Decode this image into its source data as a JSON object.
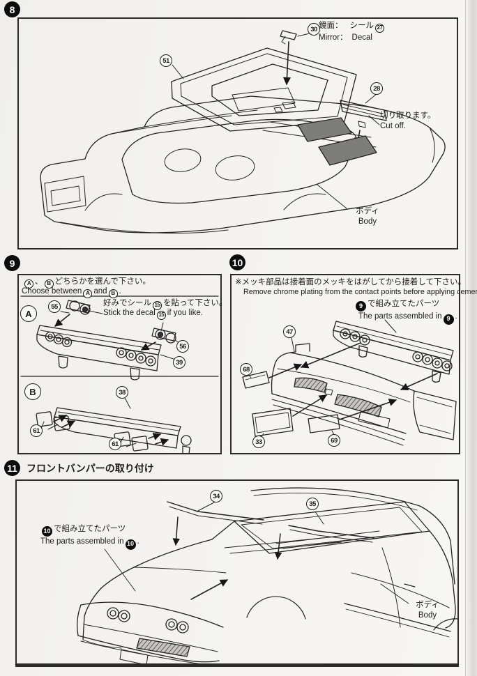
{
  "colors": {
    "paper": "#f4f3f0",
    "ink": "#1c1c1c",
    "shade": "#7d7d79"
  },
  "step8": {
    "badge": "8",
    "label_glazing": "51",
    "label_mirror": "30",
    "label_vent": "28",
    "mirror_jp_label": "鏡面：",
    "mirror_jp_value": "シール",
    "mirror_decal_num": "27",
    "mirror_en_label": "Mirror：",
    "mirror_en_value": "Decal",
    "cutoff_jp": "切り取ります。",
    "cutoff_en": "Cut off.",
    "body_jp": "ボディ",
    "body_en": "Body"
  },
  "step9": {
    "badge": "9",
    "choose_a": "A",
    "choose_sep": "、",
    "choose_b": "B",
    "choose_jp_text": "どちらかを選んで下さい。",
    "choose_en_pre": "Choose between",
    "choose_en_mid": "and",
    "choose_en_end": ".",
    "decal_jp_pre": "好みでシール",
    "decal_num": "15",
    "decal_jp_post": "を貼って下さい。",
    "decal_en_pre": "Stick the decal",
    "decal_en_post": "if you like.",
    "section_a": "A",
    "section_b": "B",
    "label_55": "55",
    "label_56": "56",
    "label_39": "39",
    "label_38": "38",
    "label_61": "61"
  },
  "step10": {
    "badge": "10",
    "note_jp": "※メッキ部品は接着面のメッキをはがしてから接着して下さい。",
    "note_en": "Remove chrome plating from the contact points before applying cement.",
    "assembled_ref": "9",
    "assembled_jp": "で組み立てたパーツ",
    "assembled_en_pre": "The parts assembled in",
    "assembled_en_end": ".",
    "label_47": "47",
    "label_68": "68",
    "label_33": "33",
    "label_69": "69"
  },
  "step11": {
    "badge": "11",
    "title": "フロントバンパーの取り付け",
    "assembled_ref": "10",
    "assembled_jp": "で組み立てたパーツ",
    "assembled_en_pre": "The parts assembled in",
    "assembled_en_end": ".",
    "label_wiper_left": "34",
    "label_wiper_right": "35",
    "body_jp": "ボディ",
    "body_en": "Body"
  }
}
